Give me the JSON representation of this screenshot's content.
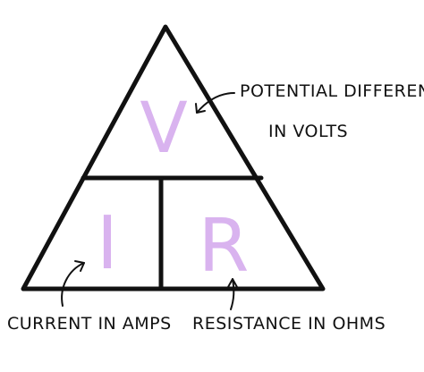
{
  "letters": {
    "top": "V",
    "bottom_left": "I",
    "bottom_right": "R"
  },
  "labels": {
    "voltage_line1": "POTENTIAL DIFFERENCE",
    "voltage_line2": "IN VOLTS",
    "current": "CURRENT IN AMPS",
    "resistance": "RESISTANCE IN OHMS"
  },
  "colors": {
    "letters": "#d9b3ef",
    "lines": "#111111",
    "background": "#ffffff"
  }
}
